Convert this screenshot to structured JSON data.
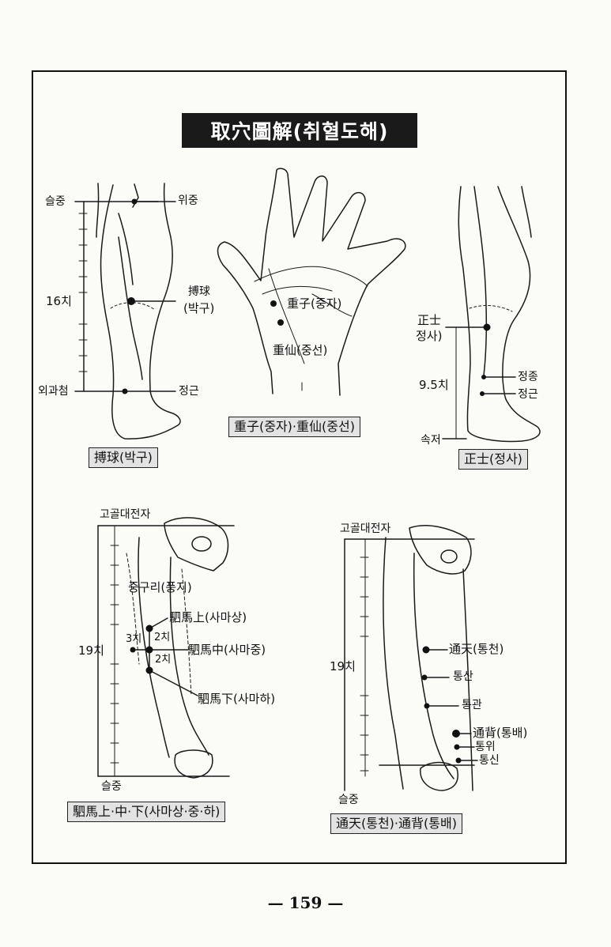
{
  "title": "取穴圖解(취혈도해)",
  "page_number": "— 159 —",
  "figures": {
    "bakgu": {
      "labels": {
        "knee_crease": "슬중",
        "wijung": "위중",
        "measure": "16치",
        "point": "搏球",
        "point_kr": "(박구)",
        "ankle": "외과첨",
        "jeonggeun": "정근"
      },
      "caption": "搏球(박구)"
    },
    "jungja": {
      "labels": {
        "jungja": "重子(중자)",
        "jungseon": "重仙(중선)"
      },
      "caption": "重子(중자)·重仙(중선)"
    },
    "jeongsa": {
      "labels": {
        "point": "正士",
        "point_kr": "정사)",
        "measure": "9.5치",
        "jeongjong": "정종",
        "jeonggeun": "정근",
        "sokjeo": "속저"
      },
      "caption": "正士(정사)"
    },
    "samasang": {
      "labels": {
        "top": "고골대전자",
        "pungji": "중구리(풍지)",
        "samasang": "駟馬上(사마상)",
        "samajung": "駟馬中(사마중)",
        "samaha": "駟馬下(사마하)",
        "three_chi": "3치",
        "two_chi_a": "2치",
        "two_chi_b": "2치",
        "measure": "19치",
        "bottom": "슬중"
      },
      "caption": "駟馬上·中·下(사마상·중·하)"
    },
    "tongcheon": {
      "labels": {
        "top": "고골대전자",
        "measure": "19치",
        "tongcheon": "通天(통천)",
        "tongsan": "통산",
        "tonggwan": "통관",
        "tongbae": "通背(통배)",
        "tongwi": "통위",
        "tongsin": "통신",
        "bottom": "슬중"
      },
      "caption": "通天(통천)·通背(통배)"
    }
  }
}
